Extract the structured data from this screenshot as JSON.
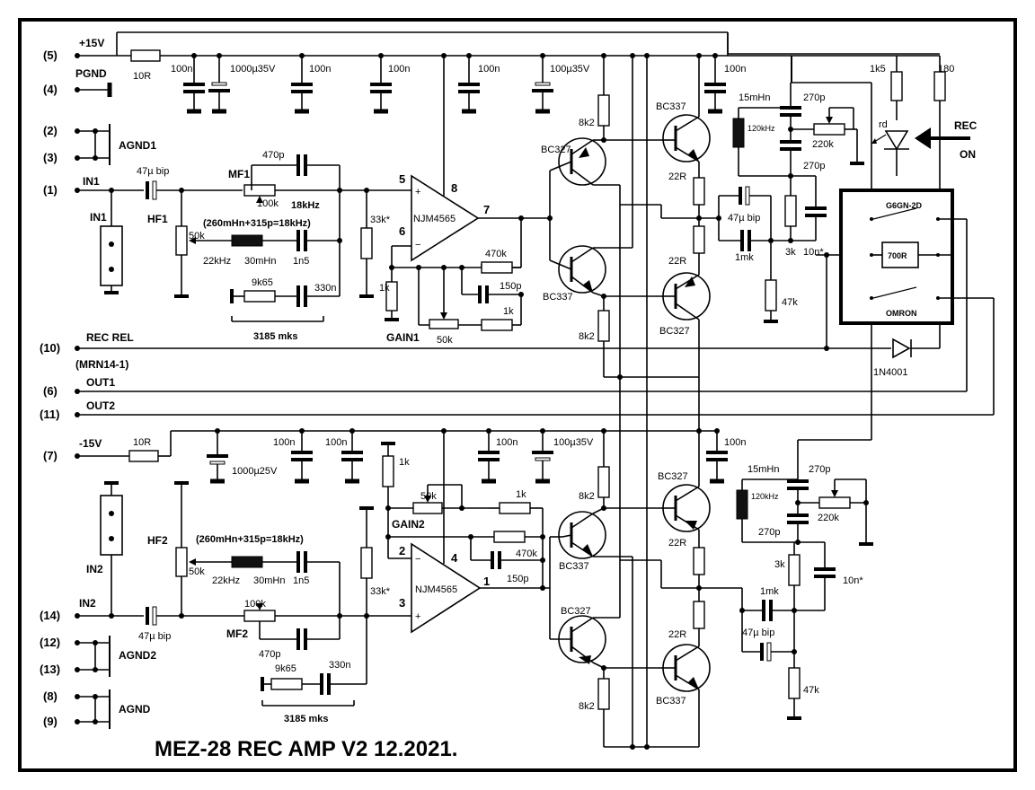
{
  "title": "MEZ-28 REC AMP V2 12.2021.",
  "connector_pins": [
    {
      "pin": "(5)",
      "label": "+15V"
    },
    {
      "pin": "(4)",
      "label": "PGND"
    },
    {
      "pin": "(2)",
      "label": ""
    },
    {
      "pin": "(3)",
      "label": "AGND1"
    },
    {
      "pin": "(1)",
      "label": "IN1"
    },
    {
      "pin": "(10)",
      "label": "REC REL"
    },
    {
      "pin": "(6)",
      "label": "OUT1"
    },
    {
      "pin": "(11)",
      "label": "OUT2"
    },
    {
      "pin": "(7)",
      "label": "-15V"
    },
    {
      "pin": "(14)",
      "label": "IN2"
    },
    {
      "pin": "(12)",
      "label": ""
    },
    {
      "pin": "(13)",
      "label": "AGND2"
    },
    {
      "pin": "(8)",
      "label": ""
    },
    {
      "pin": "(9)",
      "label": "AGND"
    }
  ],
  "labels": {
    "mrn": "(MRN14-1)",
    "r10r_top": "10R",
    "r10r_bot": "10R",
    "c100n": "100n",
    "c1000u35": "1000µ35V",
    "c1000u25": "1000µ25V",
    "c100u35": "100µ35V",
    "c47u_bip": "47µ bip",
    "in1_box": "IN1",
    "in2_box": "IN2",
    "hf1": "HF1",
    "hf2": "HF2",
    "mf1": "MF1",
    "mf2": "MF2",
    "r100k": "100k",
    "c470p": "470p",
    "f18k": "18kHz",
    "f_formula": "(260mHn+315p=18kHz)",
    "r50k": "50k",
    "f22k": "22kHz",
    "l30m": "30mHn",
    "c1n5": "1n5",
    "r9k65": "9k65",
    "c330n": "330n",
    "t3185": "3185 mks",
    "r33k": "33k*",
    "opamp": "NJM4565",
    "p5": "5",
    "p6": "6",
    "p7": "7",
    "p8": "8",
    "p2": "2",
    "p3": "3",
    "p1": "1",
    "p4": "4",
    "r1k": "1k",
    "r470k": "470k",
    "c150p": "150p",
    "gain1": "GAIN1",
    "gain2": "GAIN2",
    "r8k2": "8k2",
    "bc327": "BC327",
    "bc337": "BC337",
    "r22r": "22R",
    "c1mk": "1mk",
    "r47k": "47k",
    "l15m": "15mHn",
    "f120k": "120kHz",
    "c270p": "270p",
    "r220k": "220k",
    "r3k": "3k",
    "c10n": "10n*",
    "r1k5": "1k5",
    "r180": "180",
    "led": "rd",
    "rec": "REC",
    "on": "ON",
    "relay_name": "G6GN-2D",
    "relay_coil": "700R",
    "relay_brand": "OMRON",
    "diode": "1N4001"
  }
}
